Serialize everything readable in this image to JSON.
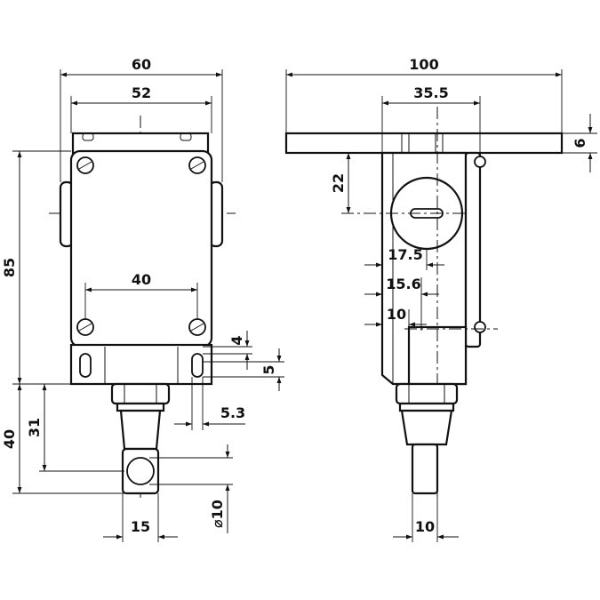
{
  "front_view": {
    "dim_width_outer": "60",
    "dim_width_mount": "52",
    "dim_lower_holes": "40",
    "dim_height": "85",
    "dim_slot_offset": "4",
    "dim_slot_height": "5",
    "dim_slot_width": "5.3",
    "dim_actuator_length": "40",
    "dim_actuator_center": "31",
    "dim_actuator_diameter": "⌀10",
    "dim_actuator_width": "15"
  },
  "side_view": {
    "dim_plate_length": "100",
    "dim_holes_spacing": "35.5",
    "dim_plate_thickness": "6",
    "dim_knob_height": "22",
    "dim_offset_a": "17.5",
    "dim_offset_b": "15.6",
    "dim_offset_c": "10",
    "dim_shaft_width": "10"
  }
}
